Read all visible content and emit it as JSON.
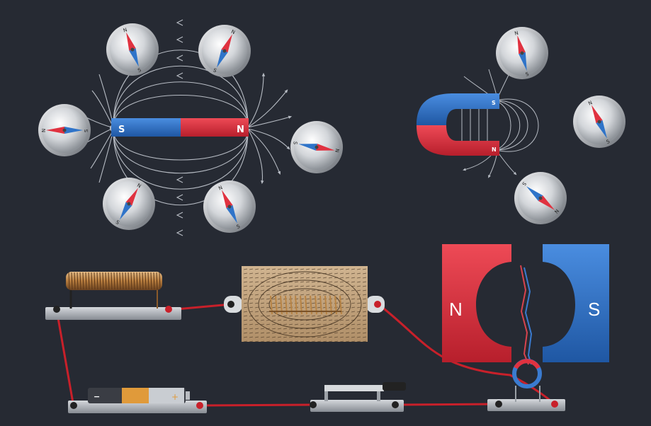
{
  "bar_magnet": {
    "south_label": "S",
    "north_label": "N"
  },
  "horseshoe_magnet": {
    "south_label": "S",
    "north_label": "N"
  },
  "block_magnets": {
    "north_label": "N",
    "south_label": "S"
  },
  "battery": {
    "minus_label": "−",
    "plus_label": "+"
  },
  "compass": {
    "north_letter": "N",
    "south_letter": "S"
  },
  "colors": {
    "background": "#262a33",
    "north_red": "#e03240",
    "south_blue": "#2f74c9",
    "field_line": "#b7bcc4",
    "wire": "#c8202a",
    "iron_filings_board": "#c9ab86"
  }
}
